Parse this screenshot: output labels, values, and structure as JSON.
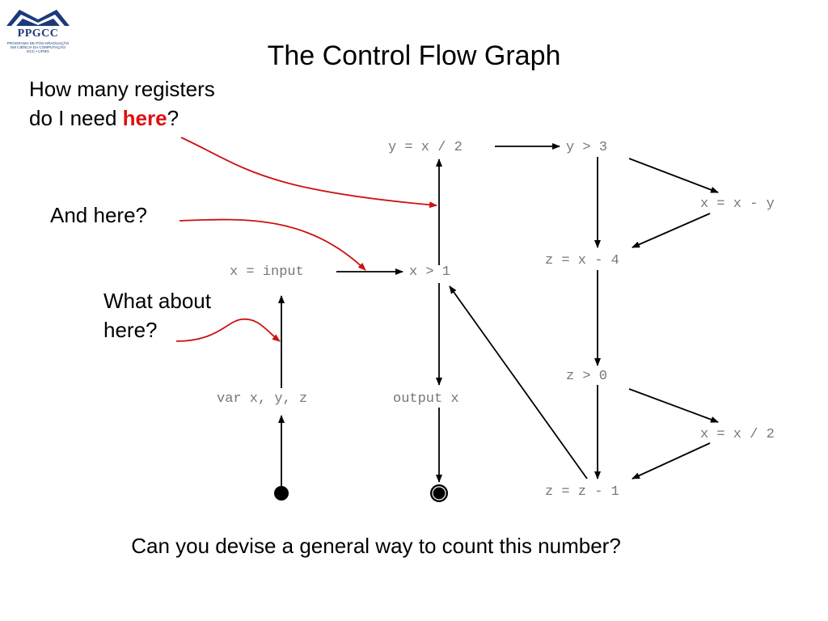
{
  "logo": {
    "name": "PPGCC",
    "line1": "PROGRAMA DE PÓS-GRADUAÇÃO",
    "line2": "EM CIÊNCIA DA COMPUTAÇÃO",
    "line3": "DCC • UFMG"
  },
  "slide": {
    "title": "The Control Flow Graph",
    "question1_line1": "How many registers",
    "question1_line2_pre": "do I need ",
    "question1_highlight": "here",
    "question1_line2_post": "?",
    "question2": "And here?",
    "question3_line1": "What about",
    "question3_line2": "here?",
    "bottom_question": "Can you devise a general way to count this number?"
  },
  "graph": {
    "nodes": {
      "y_div": "y = x / 2",
      "y_gt": "y > 3",
      "x_minus_y": "x = x - y",
      "x_input": "x = input",
      "x_gt": "x > 1",
      "z_x4": "z = x - 4",
      "var_decl": "var x, y, z",
      "output": "output x",
      "z_gt": "z > 0",
      "x_div2": "x = x / 2",
      "z_dec": "z = z - 1"
    },
    "edge_color": "#000000",
    "pointer_color": "#cc1111"
  }
}
